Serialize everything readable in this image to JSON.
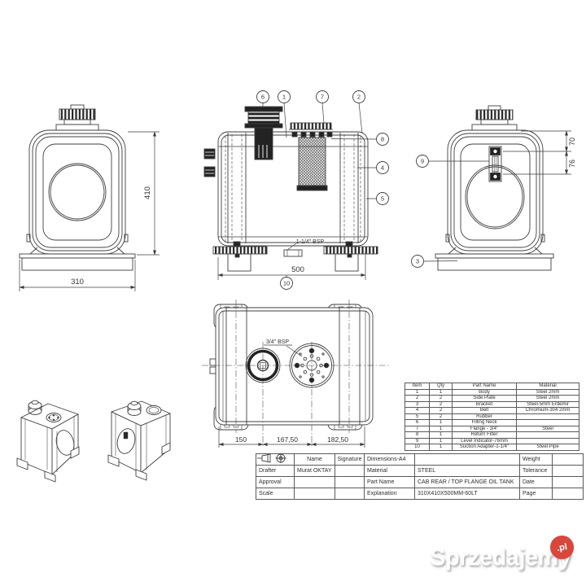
{
  "drawing": {
    "line_color": "#3f3f3f",
    "dimensions": {
      "front_height": "410",
      "front_width": "310",
      "side_length": "500",
      "level_top_offset": "70",
      "level_span": "76",
      "top_seg1": "150",
      "top_seg2": "167,50",
      "top_seg3": "182,50"
    },
    "labels": {
      "suction_port": "1-1/4\" BSP",
      "filler_port": "3/4\" BSP"
    },
    "balloons": {
      "b1": "1",
      "b2": "2",
      "b3": "3",
      "b4": "4",
      "b5": "5",
      "b6": "6",
      "b7": "7",
      "b8": "8",
      "b9": "9",
      "b10": "10"
    }
  },
  "parts_table": {
    "headers": [
      "Item",
      "Qty",
      "Part Name",
      "Material"
    ],
    "rows": [
      {
        "item": "1",
        "qty": "1",
        "part_name": "Body",
        "material": "Steel 2mm"
      },
      {
        "item": "2",
        "qty": "2",
        "part_name": "Side Plate",
        "material": "Steel 2mm"
      },
      {
        "item": "3",
        "qty": "2",
        "part_name": "Bracket",
        "material": "Steel-5mm Erdemir"
      },
      {
        "item": "4",
        "qty": "2",
        "part_name": "Belt",
        "material": "Chromium-304  2mm"
      },
      {
        "item": "5",
        "qty": "2",
        "part_name": "Rubber",
        "material": ""
      },
      {
        "item": "6",
        "qty": "1",
        "part_name": "Filling Neck",
        "material": ""
      },
      {
        "item": "7",
        "qty": "1",
        "part_name": "Flange - 3/4\"",
        "material": "Steel"
      },
      {
        "item": "8",
        "qty": "1",
        "part_name": "Return Filter",
        "material": ""
      },
      {
        "item": "9",
        "qty": "1",
        "part_name": "Level Indicator-76mm",
        "material": ""
      },
      {
        "item": "10",
        "qty": "1",
        "part_name": "Suction Adapter-1-1/4\"",
        "material": "Steel Pipe"
      }
    ]
  },
  "title_block": {
    "name_header": "Name",
    "signature_header": "Signature",
    "dimensions_label": "Dimensions-A4",
    "weight_label": "Weight",
    "drafter_label": "Drafter",
    "drafter_name": "Murat OKTAY",
    "material_label": "Material",
    "material_value": "STEEL",
    "tolerance_label": "Tolerance",
    "approval_label": "Approval",
    "part_name_label": "Part Name",
    "part_name_value": "CAB REAR / TOP FLANGE OIL TANK",
    "date_label": "Date",
    "scale_label": "Scale",
    "explanation_label": "Explanation",
    "explanation_value": "310X410X500MM-60LT",
    "page_label": "Page"
  },
  "watermark": {
    "text": "Sprzedajemy",
    "badge": ".pl",
    "badge_color": "#d7473c",
    "text_color": "#fdfdfd"
  }
}
